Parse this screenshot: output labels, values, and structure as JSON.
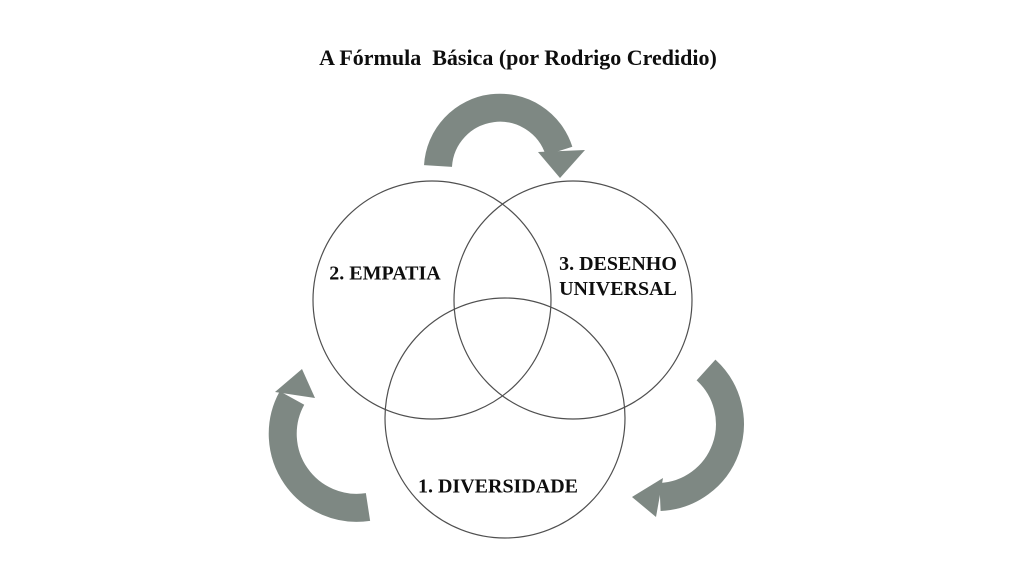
{
  "diagram": {
    "title": "A Fórmula  Básica (por Rodrigo Credidio)",
    "colors": {
      "arrow": "#7e8883",
      "circle_stroke": "#4f4f4f",
      "text": "#0e0e0e",
      "background": "#ffffff"
    },
    "circles": {
      "empatia": {
        "label": "2. EMPATIA"
      },
      "desenho_universal": {
        "label_line1": "3. DESENHO",
        "label_line2": "UNIVERSAL"
      },
      "diversidade": {
        "label": "1. DIVERSIDADE"
      }
    },
    "arrows": {
      "top": "curved-arrow-empatia-to-desenho-universal-icon",
      "right": "curved-arrow-desenho-universal-to-diversidade-icon",
      "left": "curved-arrow-diversidade-to-empatia-icon"
    }
  }
}
